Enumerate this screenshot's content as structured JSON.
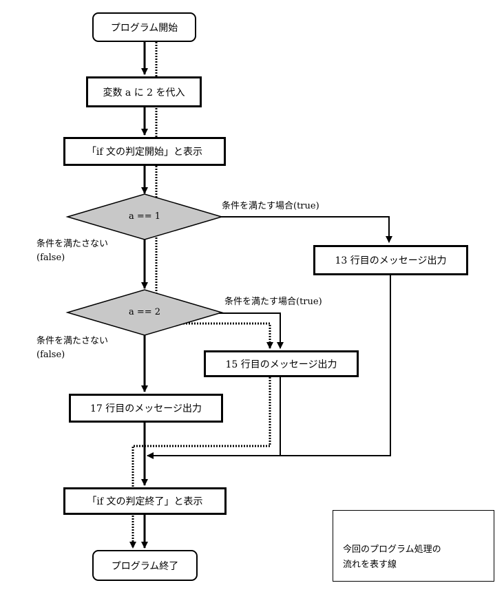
{
  "nodes": {
    "start": "プログラム開始",
    "assign": "変数 a に 2 を代入",
    "if_start": "「if 文の判定開始」と表示",
    "cond1": "a == 1",
    "msg13": "13 行目のメッセージ出力",
    "cond2": "a == 2",
    "msg15": "15 行目のメッセージ出力",
    "msg17": "17 行目のメッセージ出力",
    "if_end": "「if 文の判定終了」と表示",
    "end": "プログラム終了"
  },
  "edge_labels": {
    "cond1_true": "条件を満たす場合(true)",
    "cond1_false_1": "条件を満たさない",
    "cond1_false_2": "(false)",
    "cond2_true": "条件を満たす場合(true)",
    "cond2_false_1": "条件を満たさない",
    "cond2_false_2": "(false)"
  },
  "legend": {
    "line1": "今回のプログラム処理の",
    "line2": "流れを表す線"
  },
  "colors": {
    "decision_fill": "#c8c8c8",
    "line": "#000000"
  }
}
